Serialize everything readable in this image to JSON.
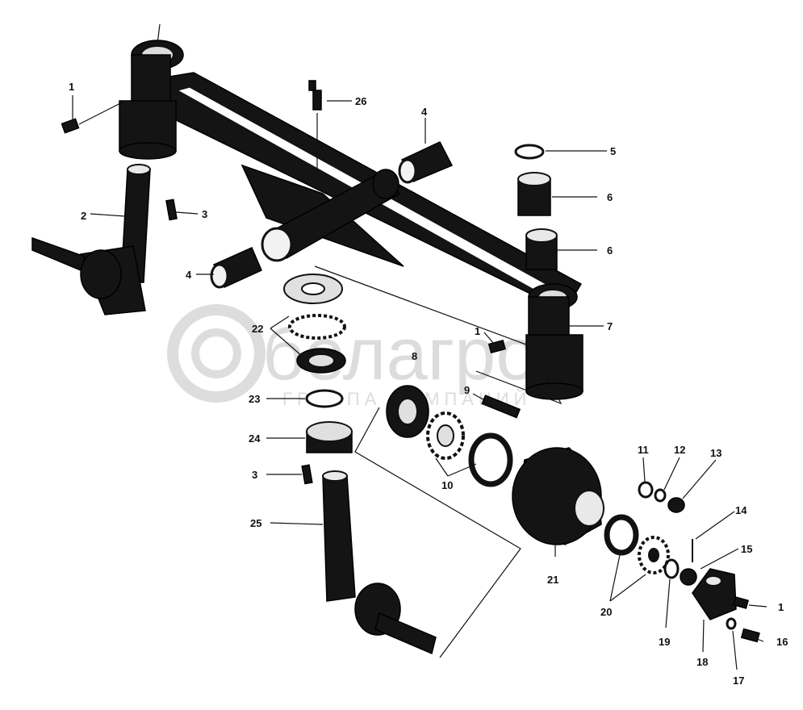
{
  "watermark": {
    "brand": "белагро",
    "tagline": "ГРУППА КОМПАНИЙ"
  },
  "labels": [
    "1",
    "26",
    "4",
    "5",
    "6",
    "3",
    "2",
    "6",
    "4",
    "22",
    "7",
    "1",
    "8",
    "23",
    "9",
    "24",
    "10",
    "11",
    "12",
    "13",
    "3",
    "25",
    "14",
    "15",
    "21",
    "20",
    "1",
    "19",
    "16",
    "18",
    "17"
  ],
  "colors": {
    "ink": "#111111",
    "watermark": "#d9d9d9"
  }
}
